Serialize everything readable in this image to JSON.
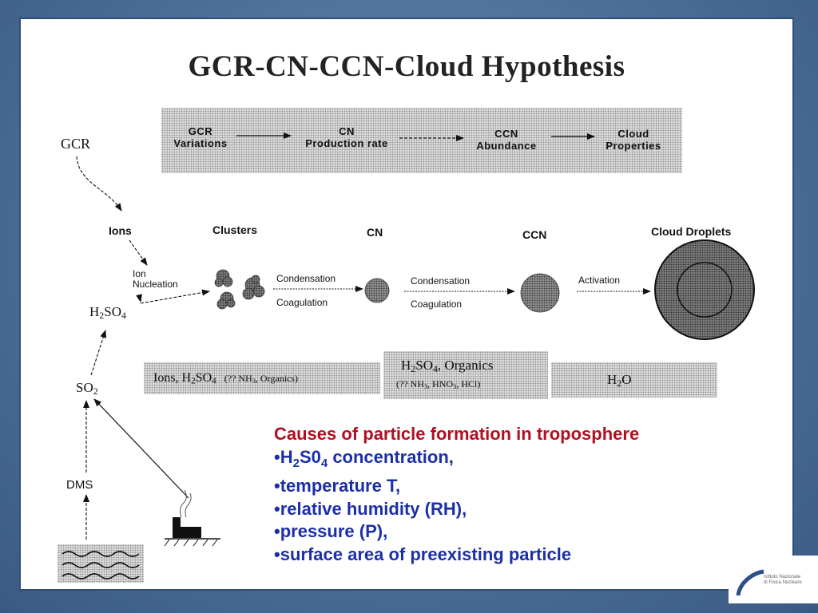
{
  "title": "GCR-CN-CCN-Cloud Hypothesis",
  "flow": {
    "gcr_variations_1": "GCR",
    "gcr_variations_2": "Variations",
    "cn_production_1": "CN",
    "cn_production_2": "Production  rate",
    "ccn_abundance_1": "CCN",
    "ccn_abundance_2": "Abundance",
    "cloud_properties_1": "Cloud",
    "cloud_properties_2": "Properties"
  },
  "chain": {
    "gcr": "GCR",
    "ions": "Ions",
    "ion_nucleation_1": "Ion",
    "ion_nucleation_2": "Nucleation",
    "h2so4_a": "H",
    "h2so4_b": "2",
    "h2so4_c": "SO",
    "h2so4_d": "4",
    "so2_a": "SO",
    "so2_b": "2",
    "dms": "DMS"
  },
  "stages": {
    "clusters": "Clusters",
    "cn": "CN",
    "ccn": "CCN",
    "cloud_droplets": "Cloud  Droplets",
    "condensation_1": "Condensation",
    "coagulation_1": "Coagulation",
    "condensation_2": "Condensation",
    "coagulation_2": "Coagulation",
    "activation": "Activation"
  },
  "boxes": {
    "box1_a": "Ions, H",
    "box1_b": "2",
    "box1_c": "SO",
    "box1_d": "4",
    "box1_e": "(?? NH",
    "box1_f": "3",
    "box1_g": ", Organics)",
    "box2_a": "H",
    "box2_b": "2",
    "box2_c": "SO",
    "box2_d": "4",
    "box2_e": ", Organics",
    "box2_f": "(?? NH",
    "box2_g": "3",
    "box2_h": ", HNO",
    "box2_i": "3",
    "box2_j": ", HCl)",
    "box3_a": "H",
    "box3_b": "2",
    "box3_c": "O"
  },
  "causes": {
    "heading": "Causes of particle formation in troposphere",
    "item1_a": "•H",
    "item1_b": "2",
    "item1_c": "S0",
    "item1_d": "4",
    "item1_e": " concentration,",
    "item2": "•temperature T,",
    "item3": "•relative humidity (RH),",
    "item4": "•pressure (P),",
    "item5": "•surface area of preexisting particle"
  },
  "logo": {
    "line1": "Istituto Nazionale",
    "line2": "di Fisica Nucleare"
  }
}
